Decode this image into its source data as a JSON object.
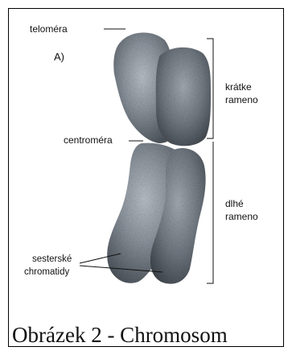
{
  "figure": {
    "panel_letter": "A)",
    "labels": {
      "telomere": "teloméra",
      "centromere": "centroméra",
      "short_arm_line1": "krátke",
      "short_arm_line2": "rameno",
      "long_arm_line1": "dlhé",
      "long_arm_line2": "rameno",
      "sister_line1": "sesterské",
      "sister_line2": "chromatidy"
    },
    "caption": "Obrázek 2 - Chromosom"
  }
}
